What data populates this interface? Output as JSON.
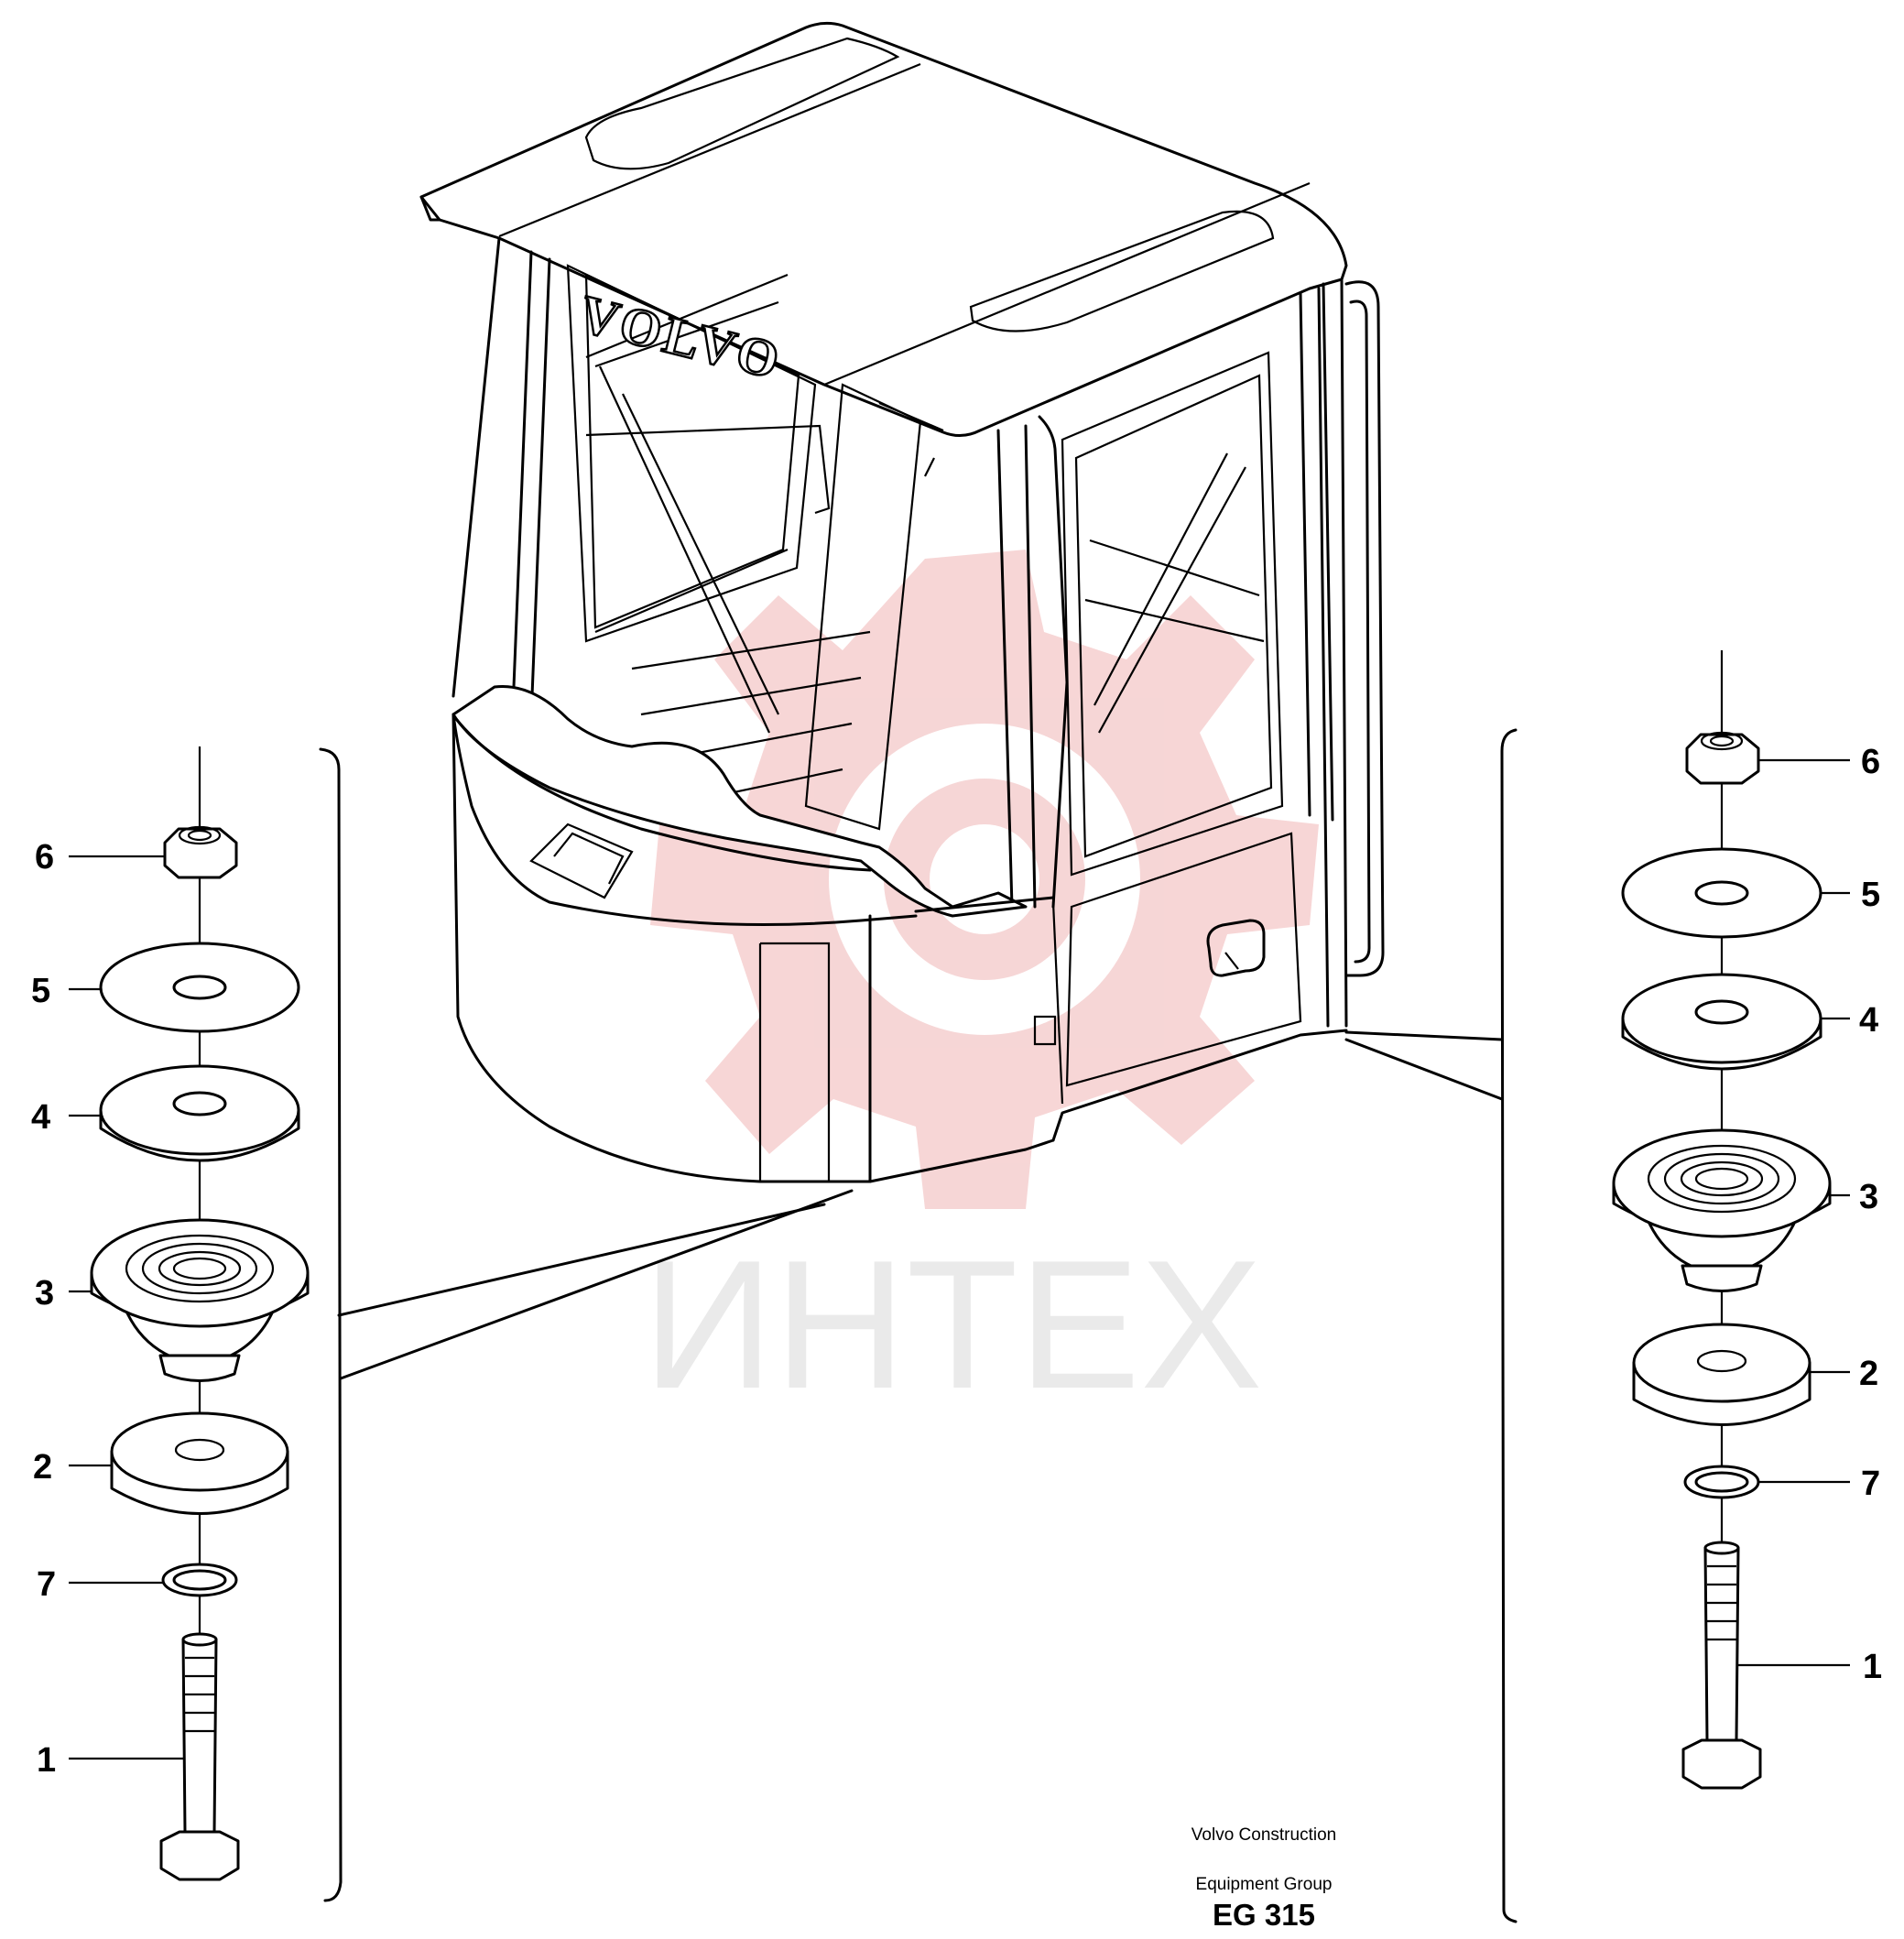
{
  "logo": {
    "text": "VOLVO"
  },
  "watermark": {
    "text": "ИНТЕХ",
    "color": "#f2c2c2"
  },
  "caption": {
    "line1": "Volvo Construction",
    "line2": "Equipment Group",
    "code": "EG 315"
  },
  "callouts_left": [
    "6",
    "5",
    "4",
    "3",
    "2",
    "7",
    "1"
  ],
  "callouts_right": [
    "6",
    "5",
    "4",
    "3",
    "2",
    "7",
    "1"
  ],
  "colors": {
    "line": "#000000",
    "watermark": "#f2c2c2",
    "watermark_text": "#e4e4e4"
  }
}
